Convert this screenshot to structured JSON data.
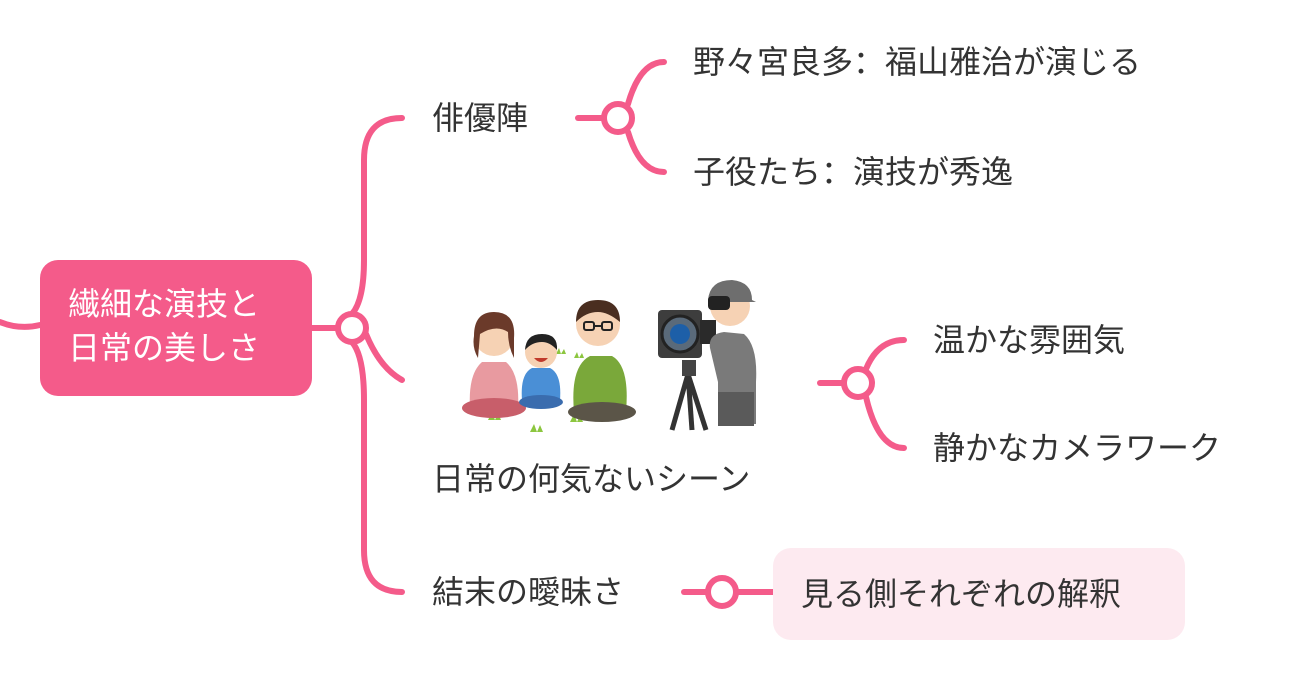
{
  "central_topic": {
    "line1": "繊細な演技と",
    "line2": "日常の美しさ"
  },
  "branches": [
    {
      "label": "俳優陣",
      "children": [
        "野々宮良多：福山雅治が演じる",
        "子役たち：演技が秀逸"
      ]
    },
    {
      "label": "日常の何気ないシーン",
      "children": [
        "温かな雰囲気",
        "静かなカメラワーク"
      ]
    },
    {
      "label": "結末の曖昧さ",
      "children": [
        "見る側それぞれの解釈"
      ]
    }
  ],
  "colors": {
    "accent": "#f45b8a",
    "note_bg": "#fdeaf0",
    "text": "#333333"
  },
  "illustration": {
    "icons": [
      "family-sitting-icon",
      "cameraman-icon"
    ]
  }
}
